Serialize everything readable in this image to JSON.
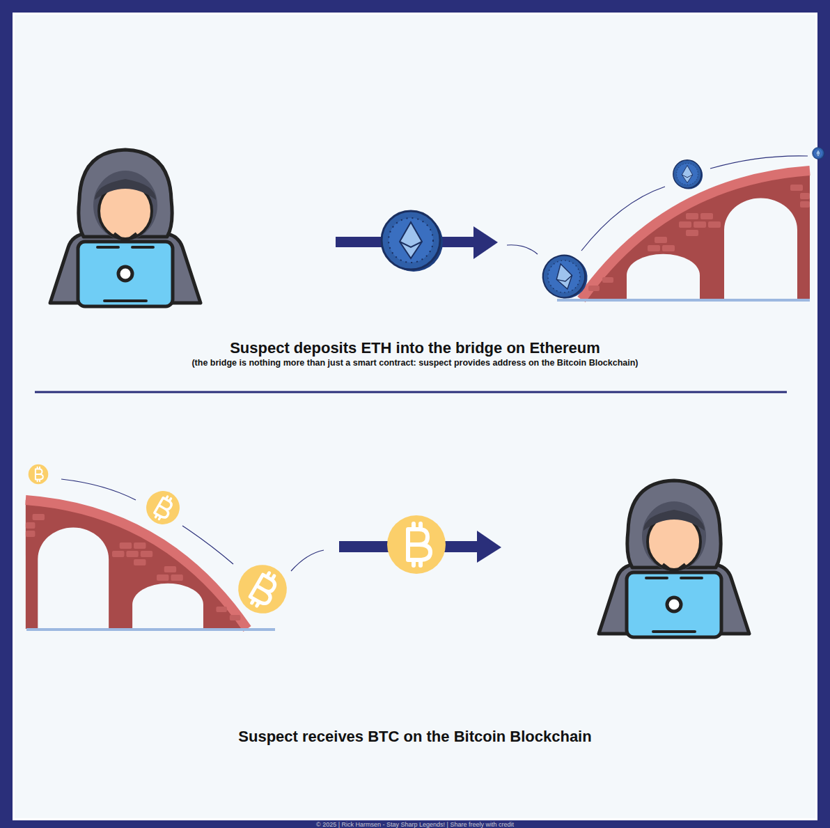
{
  "diagram": {
    "labels": [
      "Suspect deposits ETH into the bridge on Ethereum",
      "(the bridge is nothing more than just a smart contract: suspect provides address on the Bitcoin Blockchain)",
      "Suspect receives BTC on the Bitcoin Blockchain",
      "© 2025 | Rick Harmsen - Stay Sharp Legends! | Share freely with credit"
    ]
  }
}
